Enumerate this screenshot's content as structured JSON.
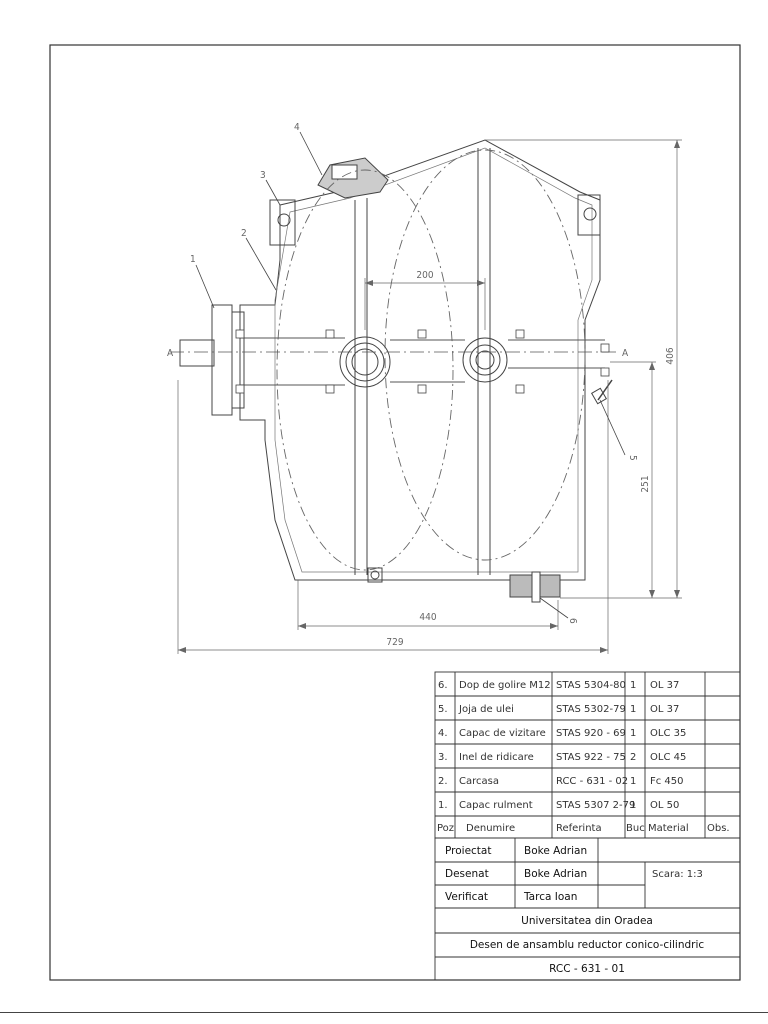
{
  "dimensions": {
    "center_distance": "200",
    "base_length": "440",
    "overall_length": "729",
    "overall_height": "406",
    "shaft_height": "251"
  },
  "part_callouts": [
    "1",
    "2",
    "3",
    "4",
    "5",
    "6"
  ],
  "section_marks": [
    "A",
    "A"
  ],
  "bom": {
    "rows": [
      {
        "pos": "6.",
        "name": "Dop de golire M12",
        "ref": "STAS 5304-80",
        "qty": "1",
        "material": "OL 37",
        "obs": ""
      },
      {
        "pos": "5.",
        "name": "Joja de ulei",
        "ref": "STAS 5302-79",
        "qty": "1",
        "material": "OL 37",
        "obs": ""
      },
      {
        "pos": "4.",
        "name": "Capac de vizitare",
        "ref": "STAS 920 - 69",
        "qty": "1",
        "material": "OLC 35",
        "obs": ""
      },
      {
        "pos": "3.",
        "name": "Inel de ridicare",
        "ref": "STAS 922 - 75",
        "qty": "2",
        "material": "OLC 45",
        "obs": ""
      },
      {
        "pos": "2.",
        "name": "Carcasa",
        "ref": "RCC - 631 - 02",
        "qty": "1",
        "material": "Fc 450",
        "obs": ""
      },
      {
        "pos": "1.",
        "name": "Capac rulment",
        "ref": "STAS 5307 2-79",
        "qty": "1",
        "material": "OL 50",
        "obs": ""
      }
    ],
    "header": {
      "pos": "Poz",
      "name": "Denumire",
      "ref": "Referinta",
      "qty": "Buc",
      "material": "Material",
      "obs": "Obs."
    }
  },
  "title_block": {
    "proiectat_label": "Proiectat",
    "proiectat_name": "Boke Adrian",
    "desenat_label": "Desenat",
    "desenat_name": "Boke Adrian",
    "verificat_label": "Verificat",
    "verificat_name": "Tarca Ioan",
    "scale": "Scara: 1:3",
    "university": "Universitatea din Oradea",
    "drawing_title": "Desen de ansamblu reductor conico-cilindric",
    "drawing_number": "RCC - 631 - 01"
  }
}
